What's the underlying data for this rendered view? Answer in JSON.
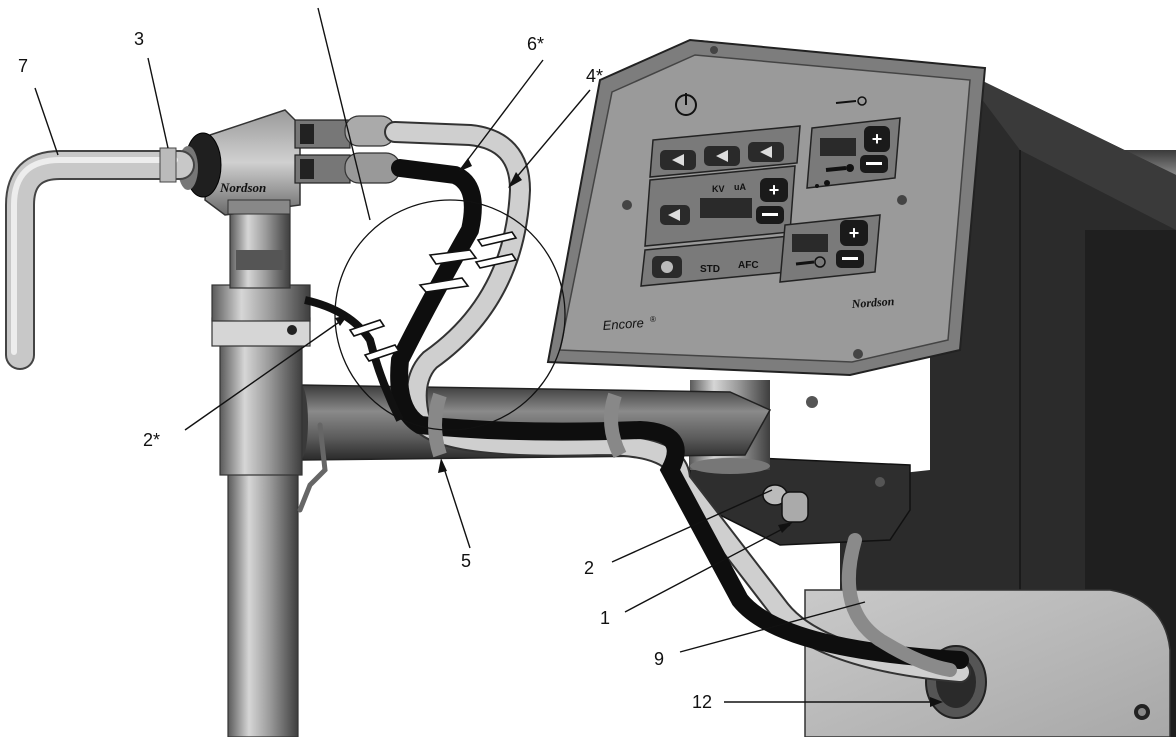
{
  "callouts": {
    "c7": "7",
    "c3": "3",
    "c6s": "6*",
    "c4s": "4*",
    "c2s": "2*",
    "c5": "5",
    "c2": "2",
    "c1": "1",
    "c9": "9",
    "c12": "12"
  },
  "panel": {
    "brand": "Encore",
    "reg_mark": "®",
    "logo": "Nordson",
    "kv_label": "KV",
    "ua_label": "uA",
    "std_label": "STD",
    "afc_label": "AFC"
  },
  "gun_logo": "Nordson",
  "colors": {
    "background": "#ffffff",
    "panel_face": "#8e8e8e",
    "housing": "#2b2b2b",
    "tube": "#b5b5b5",
    "ink": "#111111"
  }
}
